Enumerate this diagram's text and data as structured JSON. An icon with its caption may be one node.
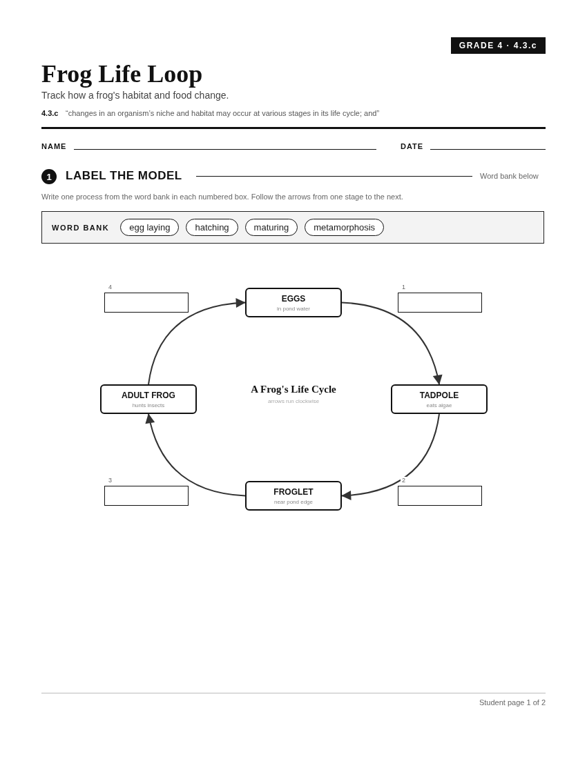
{
  "diagram": {
    "title": "Frog Life Loop",
    "nodes": [
      {
        "text": [
          "EGGS",
          "in pond water"
        ]
      },
      {
        "text": [
          "TADPOLE",
          "eats algae"
        ]
      },
      {
        "text": [
          "FROGLET",
          "near pond edge"
        ]
      },
      {
        "text": [
          "ADULT FROG",
          "hunts insects"
        ]
      }
    ],
    "edges": [
      {
        "from": 0,
        "to": 1,
        "arrow": "to"
      },
      {
        "from": 1,
        "to": 2,
        "arrow": "to"
      },
      {
        "from": 2,
        "to": 3,
        "arrow": "to"
      },
      {
        "from": 3,
        "to": 0,
        "arrow": "to"
      }
    ],
    "labels": [
      "GRADE 4 · 4.3.c",
      "Track how a frog's habitat and food change.",
      "4.3.c",
      "“changes in an organism’s niche and habitat may occur at various stages in its life cycle; and”",
      "NAME",
      "DATE",
      "1",
      "LABEL THE MODEL",
      "Word bank below",
      "Write one process from the word bank in each numbered box. Follow the arrows from one stage to the next.",
      "WORD BANK",
      "egg laying",
      "hatching",
      "maturing",
      "metamorphosis",
      "4",
      "1",
      "A Frog's Life Cycle",
      "arrows run clockwise",
      "3",
      "2",
      "Student page 1 of 2"
    ]
  }
}
